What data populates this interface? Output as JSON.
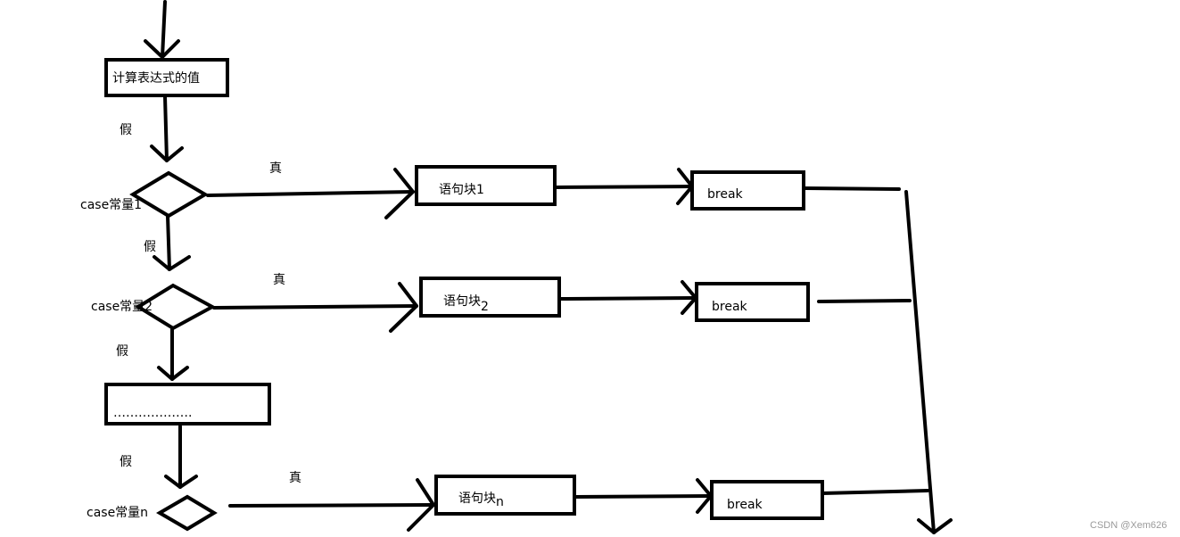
{
  "nodes": {
    "compute": "计算表达式的值",
    "case1": "case常量1",
    "case2": "case常量2",
    "ellipsis": "……………….",
    "casen": "case常量n",
    "block1": "语句块1",
    "block2_main": "语句块",
    "block2_sub": "2",
    "blockn_main": "语句块",
    "blockn_sub": "n",
    "break1": "break",
    "break2": "break",
    "breakn": "break"
  },
  "edges": {
    "false_1": "假",
    "false_2": "假",
    "false_3": "假",
    "false_4": "假",
    "true_1": "真",
    "true_2": "真",
    "true_n": "真"
  },
  "watermark": "CSDN @Xem626"
}
